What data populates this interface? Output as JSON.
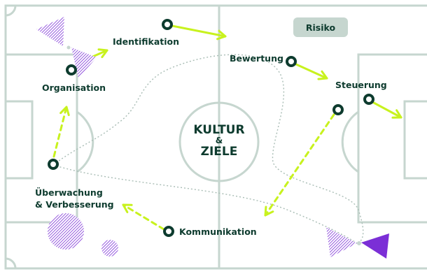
{
  "center": {
    "line1": "KULTUR",
    "line2": "&",
    "line3": "ZIELE"
  },
  "badge": {
    "text": "Risiko"
  },
  "nodes": {
    "identifikation": "Identifikation",
    "organisation": "Organisation",
    "bewertung": "Bewertung",
    "steuerung": "Steuerung",
    "ueberwachung_line1": "Überwachung",
    "ueberwachung_line2": "& Verbesserung",
    "kommunikation": "Kommunikation"
  },
  "colors": {
    "field_lines": "#c6d6cf",
    "text": "#0d3b2e",
    "node_ring": "#0d3b2e",
    "arrow": "#c8f21e",
    "accent_purple": "#7b2fd6",
    "badge_bg": "#c6d6cf",
    "dotted_path": "#a9bdb5"
  }
}
